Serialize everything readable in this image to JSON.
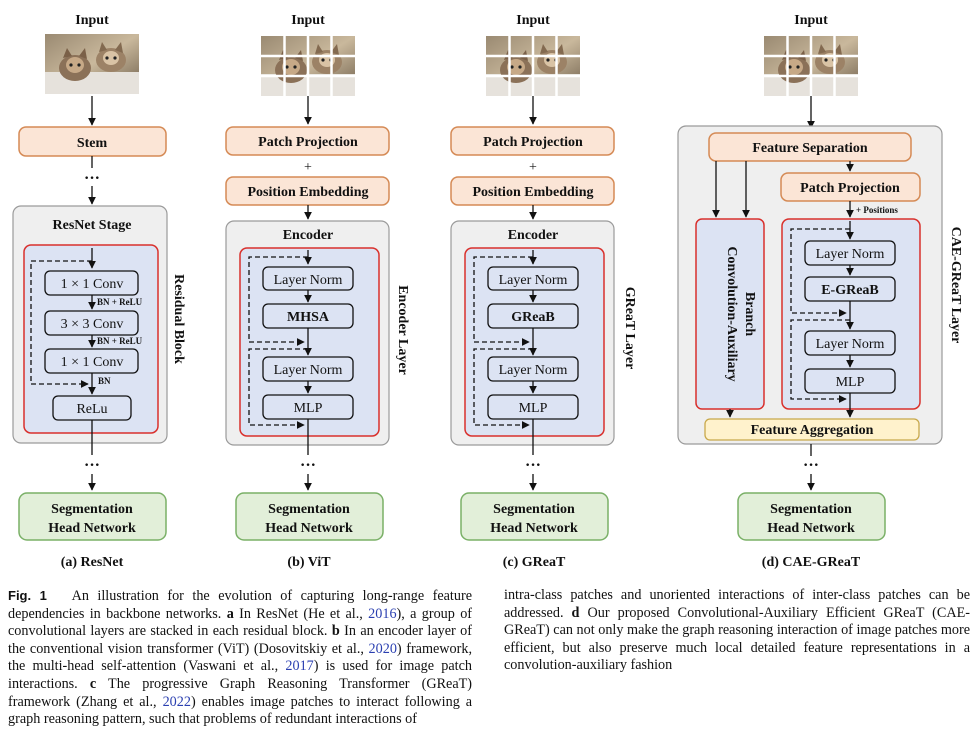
{
  "colors": {
    "orange_fill": "#fbe5d6",
    "orange_stroke": "#d58a55",
    "green_fill": "#e2efd9",
    "green_stroke": "#7ab067",
    "blue_fill": "#dce3f3",
    "red_stroke": "#d9302c",
    "grey_fill": "#efefef",
    "yellow_fill": "#fff2cc",
    "cite_color": "#2a3fb0"
  },
  "panels": {
    "a": {
      "input": "Input",
      "stem": "Stem",
      "dots_top": "···",
      "stage_title": "ResNet Stage",
      "conv1": "1 × 1 Conv",
      "bn_relu_1": "BN + ReLU",
      "conv2": "3 × 3 Conv",
      "bn_relu_2": "BN + ReLU",
      "conv3": "1 × 1 Conv",
      "bn": "BN",
      "relu": "ReLu",
      "side_label": "Residual Block",
      "dots_bottom": "···",
      "head_line1": "Segmentation",
      "head_line2": "Head Network",
      "caption": "(a) ResNet"
    },
    "b": {
      "input": "Input",
      "patch_projection": "Patch Projection",
      "plus": "+",
      "position_embedding": "Position Embedding",
      "encoder_title": "Encoder",
      "layer_norm_1": "Layer Norm",
      "attention": "MHSA",
      "layer_norm_2": "Layer Norm",
      "mlp": "MLP",
      "side_label": "Encoder Layer",
      "dots_bottom": "···",
      "head_line1": "Segmentation",
      "head_line2": "Head Network",
      "caption": "(b) ViT"
    },
    "c": {
      "input": "Input",
      "patch_projection": "Patch Projection",
      "plus": "+",
      "position_embedding": "Position Embedding",
      "encoder_title": "Encoder",
      "layer_norm_1": "Layer Norm",
      "attention": "GReaB",
      "layer_norm_2": "Layer Norm",
      "mlp": "MLP",
      "side_label": "GReaT Layer",
      "dots_bottom": "···",
      "head_line1": "Segmentation",
      "head_line2": "Head Network",
      "caption": "(c) GReaT"
    },
    "d": {
      "input": "Input",
      "feature_separation": "Feature Separation",
      "patch_projection": "Patch Projection",
      "positions": "+ Positions",
      "branch_line1": "Convolution-Auxiliary",
      "branch_line2": "Branch",
      "layer_norm_1": "Layer Norm",
      "attention": "E-GReaB",
      "layer_norm_2": "Layer Norm",
      "mlp": "MLP",
      "feature_aggregation": "Feature Aggregation",
      "side_label": "CAE-GReaT Layer",
      "dots_bottom": "···",
      "head_line1": "Segmentation",
      "head_line2": "Head Network",
      "caption": "(d) CAE-GReaT"
    }
  },
  "caption": {
    "fig_label": "Fig. 1",
    "t1": "An illustration for the evolution of capturing long-range feature dependencies in backbone networks.",
    "a_label": "a",
    "t2": "In ResNet (He et al.,",
    "c1": "2016",
    "t3": "), a group of convolutional layers are stacked in each residual block.",
    "b_label": "b",
    "t4": "In an encoder layer of the conventional vision transformer (ViT) (Dosovitskiy et al.,",
    "c2": "2020",
    "t5": ") framework, the multi-head self-attention (Vaswani et al.,",
    "c3": "2017",
    "t6": ") is used for image patch interactions.",
    "c_label": "c",
    "t7": "The progressive Graph Reasoning Transformer (GReaT) framework (Zhang et al.,",
    "c4": "2022",
    "t8": ") enables image patches to interact following a graph reasoning pattern, such that problems of redundant interactions of intra-class patches and unoriented interactions of inter-class patches can be addressed.",
    "d_label": "d",
    "t9": "Our proposed Convolutional-Auxiliary Efficient GReaT (CAE-GReaT) can not only make the graph reasoning interaction of image patches more efficient, but also preserve much local detailed feature representations in a convolution-auxiliary fashion"
  }
}
